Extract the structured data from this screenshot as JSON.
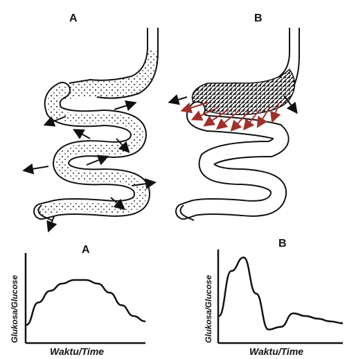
{
  "panels": {
    "top_left_label": "A",
    "top_right_label": "B",
    "bottom_left_label": "A",
    "bottom_right_label": "B"
  },
  "charts": {
    "y_label": "Glukosa/Glucose",
    "x_label": "Waktu/Time"
  },
  "chart_data": [
    {
      "type": "line",
      "title": "A",
      "xlabel": "Waktu/Time",
      "ylabel": "Glukosa/Glucose",
      "x": [
        0,
        1,
        2,
        3,
        4,
        5,
        6,
        7,
        8,
        9,
        10
      ],
      "y": [
        0.2,
        0.45,
        0.58,
        0.66,
        0.7,
        0.7,
        0.66,
        0.56,
        0.42,
        0.3,
        0.24
      ]
    },
    {
      "type": "line",
      "title": "B",
      "xlabel": "Waktu/Time",
      "ylabel": "Glukosa/Glucose",
      "x": [
        0,
        1,
        2,
        3,
        4,
        5,
        6,
        7,
        8,
        9,
        10
      ],
      "y": [
        0.3,
        0.8,
        0.95,
        0.55,
        0.15,
        0.18,
        0.33,
        0.3,
        0.27,
        0.24,
        0.22
      ]
    }
  ],
  "colors": {
    "ink": "#111111",
    "arrow_red": "#a0302a"
  }
}
